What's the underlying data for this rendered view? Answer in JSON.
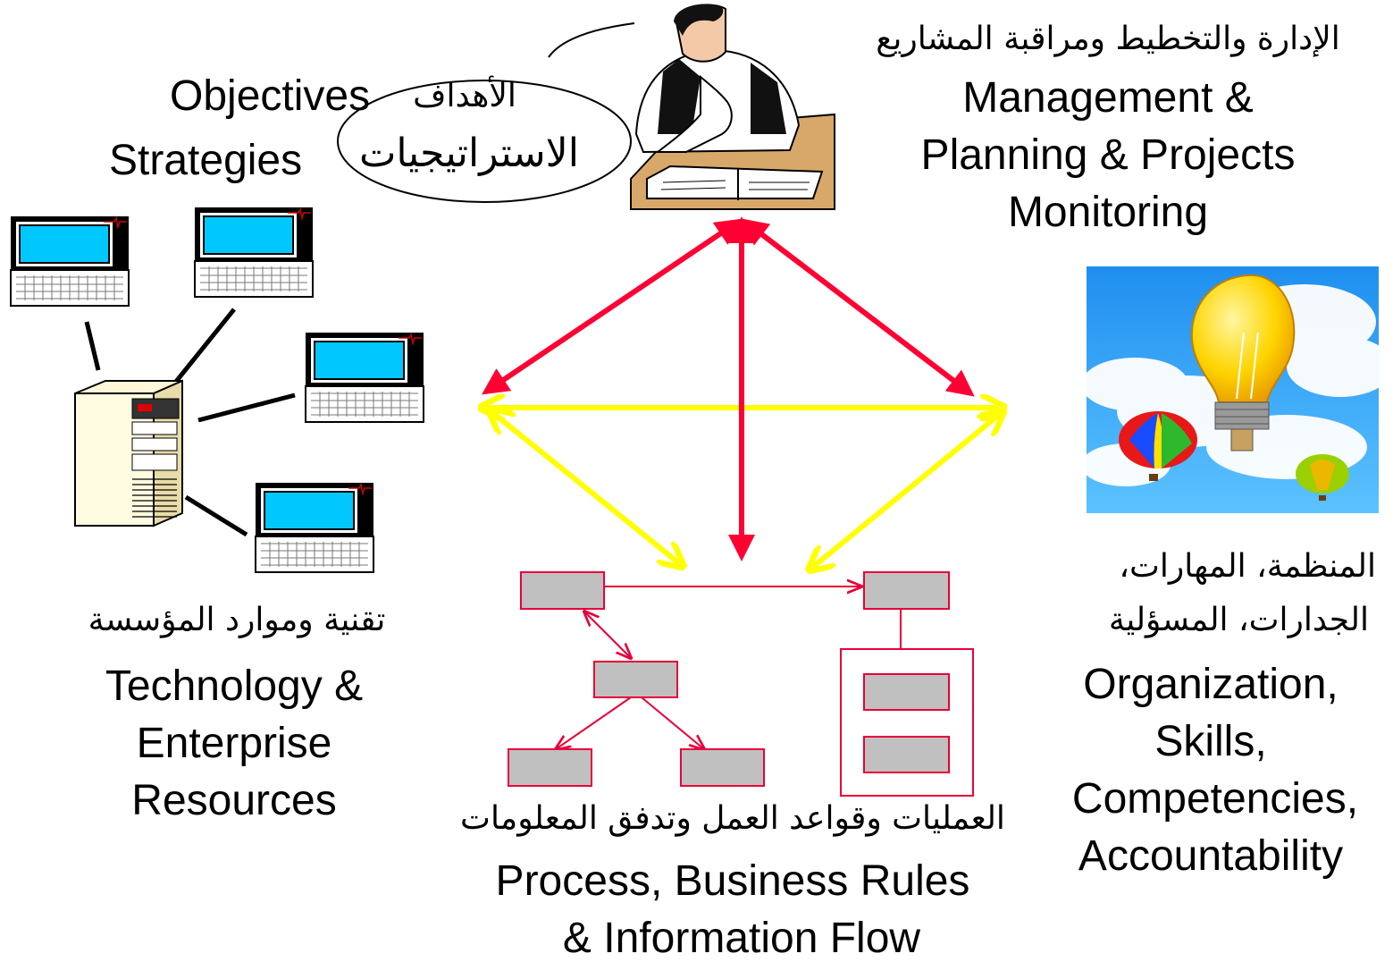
{
  "objectives": {
    "ar_line1": "الأهداف",
    "en_line1": "Objectives",
    "ar_line2": "الاستراتيجيات",
    "en_line2": "Strategies"
  },
  "management": {
    "ar": "الإدارة والتخطيط ومراقبة المشاريع",
    "en_lines": [
      "Management &",
      "Planning & Projects",
      "Monitoring"
    ]
  },
  "technology": {
    "ar": "تقنية وموارد المؤسسة",
    "en_lines": [
      "Technology &",
      "Enterprise",
      "Resources"
    ]
  },
  "organization": {
    "ar_lines": [
      "المنظمة، المهارات،",
      "الجدارات، المسؤلية"
    ],
    "en_lines": [
      "Organization,",
      "Skills,",
      "Competencies,",
      "Accountability"
    ]
  },
  "process": {
    "ar": "العمليات وقواعد العمل وتدفق المعلومات",
    "en_lines": [
      "Process, Business Rules",
      "& Information Flow"
    ]
  },
  "colors": {
    "red_arrow": "#ff0033",
    "yellow_arrow": "#ffff00",
    "flow_box_fill": "#c0c0c0",
    "flow_line": "#e8003a",
    "screen": "#00c8ff",
    "sky": "#33aaff"
  }
}
